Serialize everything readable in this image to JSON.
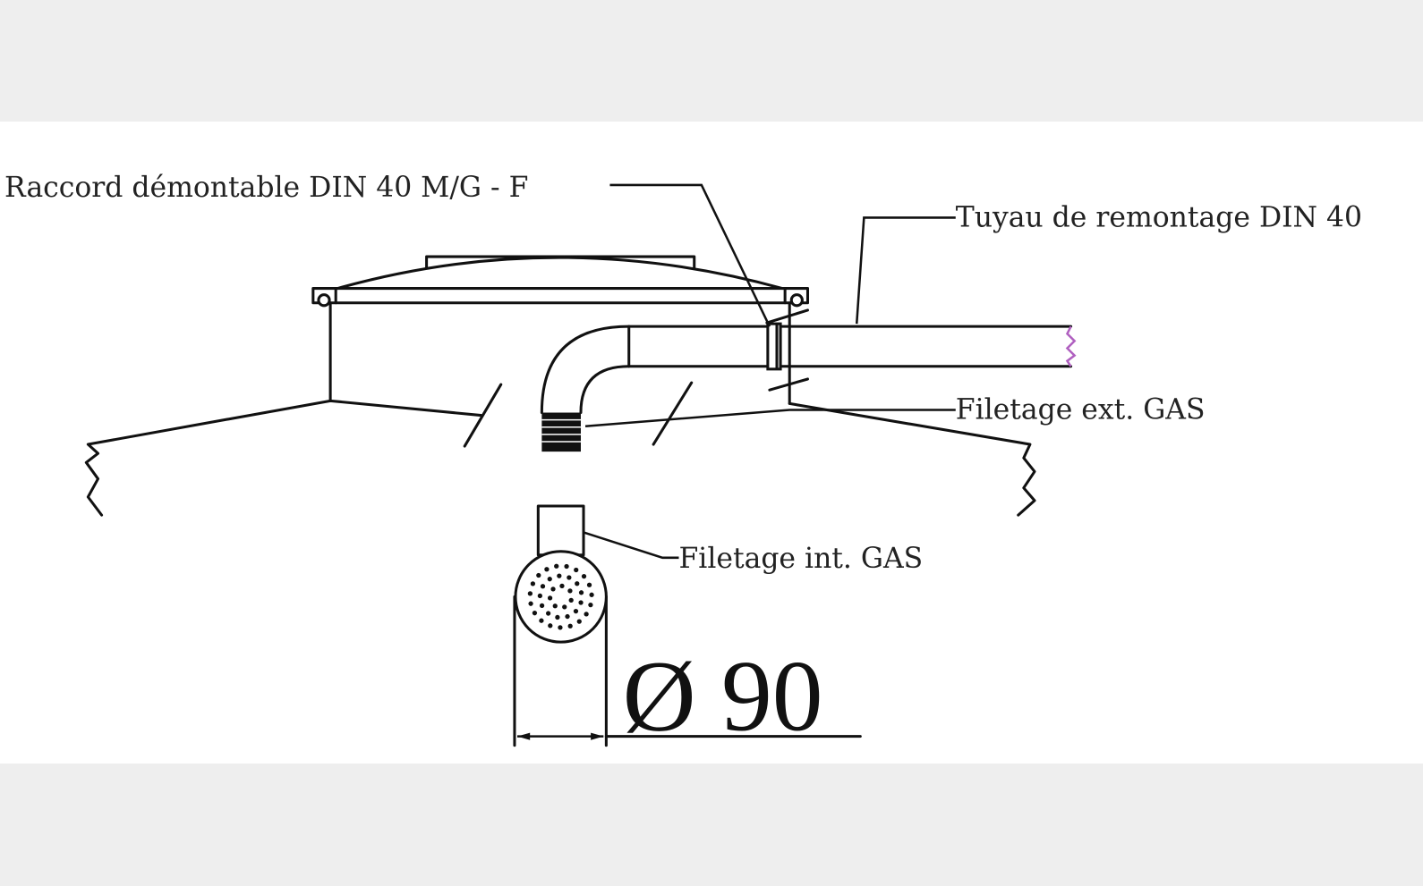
{
  "diagram": {
    "labels": {
      "raccord": "Raccord démontable DIN 40 M/G - F",
      "tuyau": "Tuyau de remontage DIN 40",
      "filetage_ext": "Filetage ext. GAS",
      "filetage_int": "Filetage int. GAS",
      "diameter": "Ø 90"
    },
    "colors": {
      "background": "#eeeeee",
      "canvas": "#ffffff",
      "line": "#111111",
      "pipe_end": "#b060c0"
    }
  }
}
